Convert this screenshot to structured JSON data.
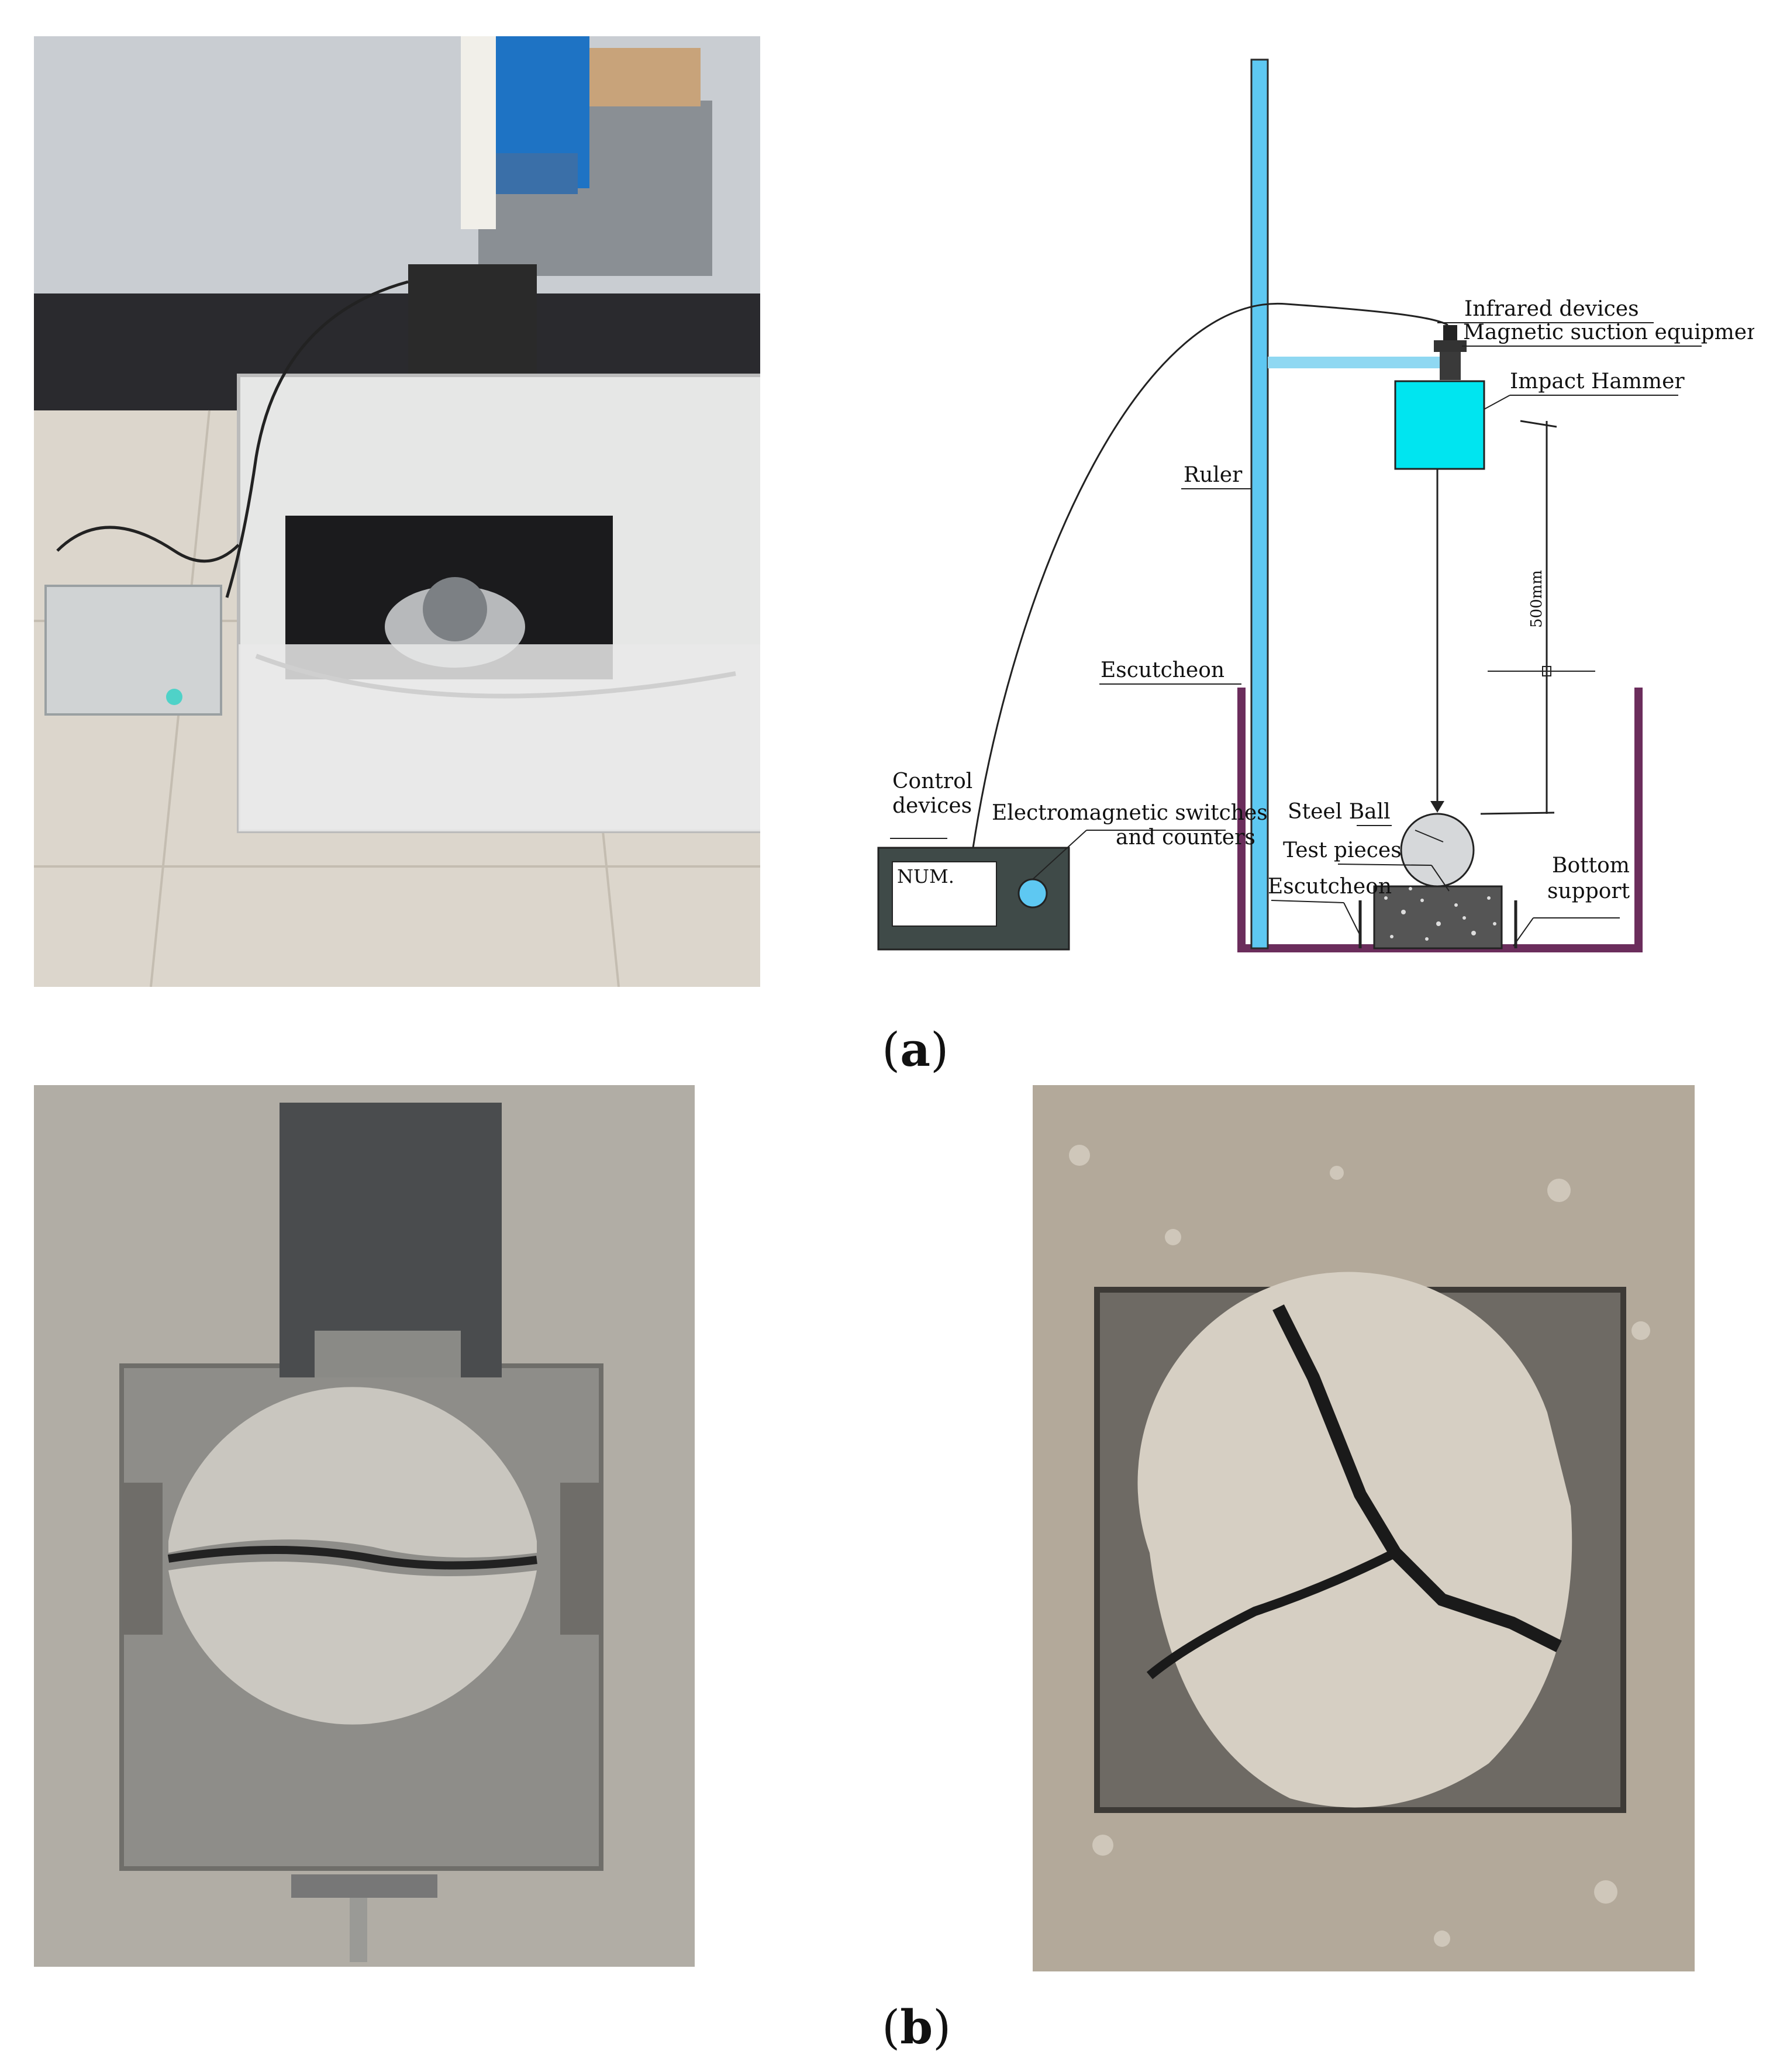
{
  "panels": {
    "a": {
      "caption_open": "(",
      "caption_letter": "a",
      "caption_close": ")"
    },
    "b": {
      "caption_open": "(",
      "caption_letter": "b",
      "caption_close": ")"
    }
  },
  "schematic": {
    "labels": {
      "infrared": "Infrared devices",
      "magnetic": "Magnetic suction equipment",
      "hammer": "Impact Hammer",
      "ruler": "Ruler",
      "escutcheon_top": "Escutcheon",
      "control_line1": "Control",
      "control_line2": "devices",
      "switch_line1": "Electromagnetic switches",
      "switch_line2": "and counters",
      "steel_ball": "Steel Ball",
      "test_pieces": "Test pieces",
      "escutcheon_bottom": "Escutcheon",
      "bottom_line1": "Bottom",
      "bottom_line2": "support",
      "num": "NUM.",
      "dimension": "500mm"
    },
    "colors": {
      "ruler": "#5ec8f2",
      "hammer": "#00e5f0",
      "container": "#6b2d5c",
      "control_box": "#3f4a48",
      "indicator": "#5ec8f2",
      "test_piece": "#555555"
    }
  }
}
